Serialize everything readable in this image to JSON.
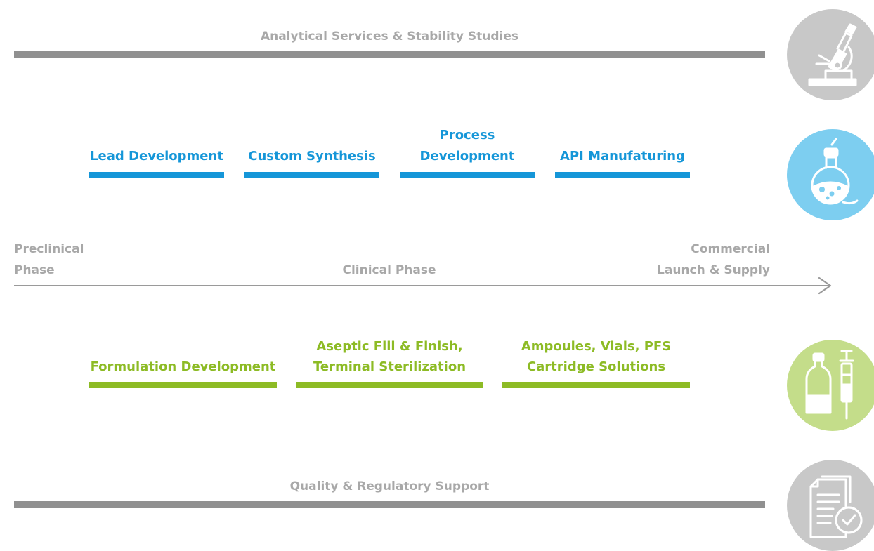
{
  "analytical": {
    "title": "Analytical Services & Stability Studies",
    "icon": "microscope-icon"
  },
  "chemistry": {
    "icon": "flask-icon",
    "color": "#1596d8",
    "items": [
      {
        "label": "Lead Development"
      },
      {
        "label": "Custom Synthesis"
      },
      {
        "label_line1": "Process",
        "label_line2": "Development"
      },
      {
        "label": "API Manufaturing"
      }
    ]
  },
  "timeline": {
    "start_line1": "Preclinical",
    "start_line2": "Phase",
    "middle": "Clinical Phase",
    "end_line1": "Commercial",
    "end_line2": "Launch & Supply"
  },
  "pharma": {
    "icon": "vial-syringe-icon",
    "color": "#8dbb25",
    "items": [
      {
        "label": "Formulation Development"
      },
      {
        "label_line1": "Aseptic Fill & Finish,",
        "label_line2": "Terminal Sterilization"
      },
      {
        "label_line1": "Ampoules, Vials, PFS",
        "label_line2": "Cartridge Solutions"
      }
    ]
  },
  "quality": {
    "title": "Quality & Regulatory Support",
    "icon": "document-check-icon"
  }
}
